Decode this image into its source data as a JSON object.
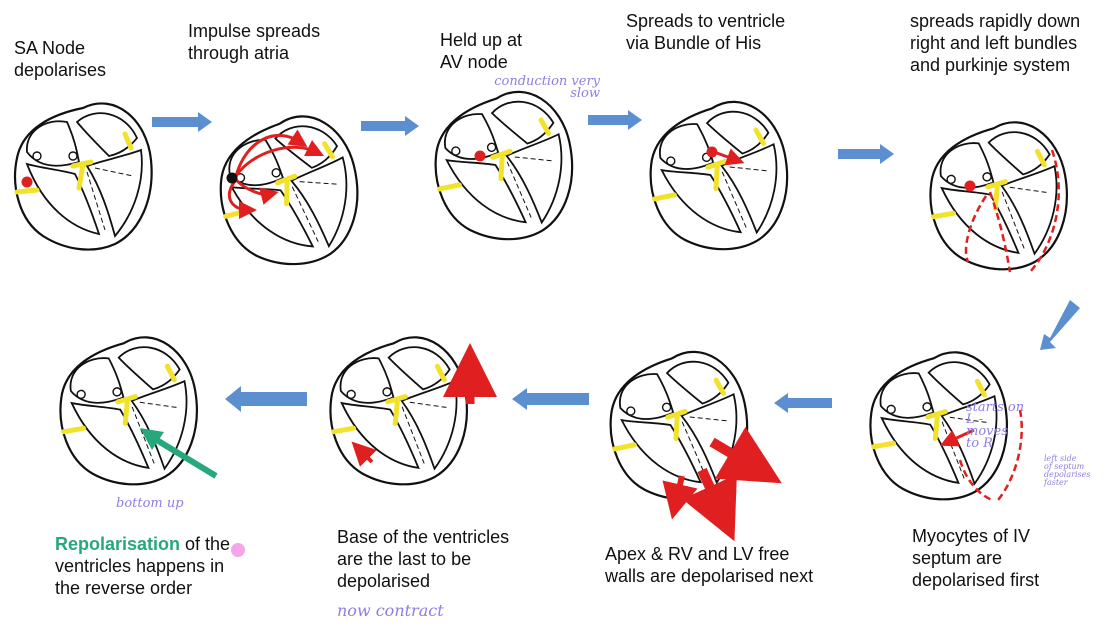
{
  "steps": [
    {
      "label": "SA Node\ndepolarises"
    },
    {
      "label": "Impulse spreads\nthrough atria"
    },
    {
      "label": "Held up at\nAV node",
      "note": "conduction very\nslow"
    },
    {
      "label": "Spreads to ventricle\nvia Bundle of His"
    },
    {
      "label": "spreads rapidly down\nright and left bundles\nand purkinje system"
    },
    {
      "label": "Myocytes of IV\nseptum are\ndepolarised first",
      "note": "starts on\nL - moves\nto R",
      "note2": "left side\nof septum\ndepolarises\nfaster"
    },
    {
      "label": "Apex & RV and LV free\nwalls are depolarised next"
    },
    {
      "label": "Base of the ventricles\nare the last to be\ndepolarised",
      "note": "now contract"
    },
    {
      "label_bold": "Repolarisation",
      "label_rest": " of the\nventricles happens in\nthe reverse order",
      "note": "bottom up"
    }
  ],
  "colors": {
    "outline": "#111111",
    "conduction": "#f2e22a",
    "depolarisation": "#e02020",
    "flow_arrow": "#5b8fd0",
    "repolarisation": "#27a77c",
    "handwriting": "#8d7fe0"
  }
}
